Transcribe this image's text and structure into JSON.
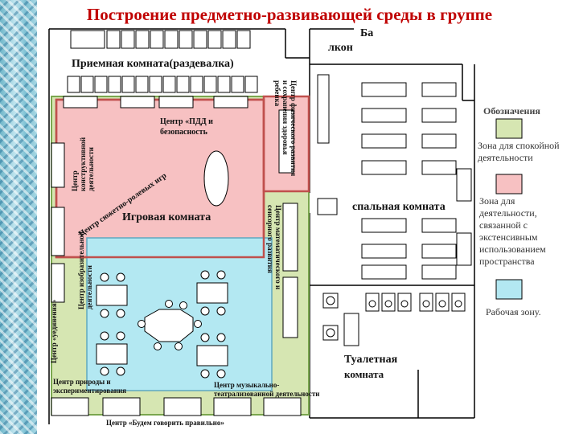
{
  "title": "Построение предметно-развивающей среды в группе",
  "rooms": {
    "reception": "Приемная комната(раздевалка)",
    "play": "Игровая комната",
    "bedroom": "спальная  комната",
    "toilet_line1": "Туалетная",
    "toilet_line2": "комната",
    "balcony_line1": "Ба",
    "balcony_line2": "лкон"
  },
  "centers": {
    "traffic": "Центр «ПДД и безопасность",
    "construct": "Центр конструктивной деятельности",
    "role_play": "Центр сюжетно-ролевых игр",
    "physical": "Центр физического развития и сохранения здоровья ребенка",
    "math": "Центр математического и сенсорного развития",
    "art": "Центр изобразительной деятельности",
    "solitude": "Центр «уединения»",
    "nature": "Центр природы и экспериментирования",
    "music": "Центр музыкально-театрализованной деятельности",
    "speech": "Центр «Будем говорить правильно»"
  },
  "legend": {
    "title": "Обозначения",
    "items": [
      {
        "label": "Зона для спокойной деятельности",
        "color": "#d6e6b2"
      },
      {
        "label": "Зона для деятельности, связанной с экстенсивным использованием пространства",
        "color": "#f7c1c2"
      },
      {
        "label": "Рабочая зону.",
        "color": "#b3e8f2"
      }
    ]
  },
  "colors": {
    "title": "#c00000",
    "calm": "#d6e6b2",
    "active": "#f7c1c2",
    "work": "#b3e8f2",
    "border_red": "#c0504d",
    "border_green": "#7aa64e",
    "border_blue": "#5fa8c0"
  }
}
